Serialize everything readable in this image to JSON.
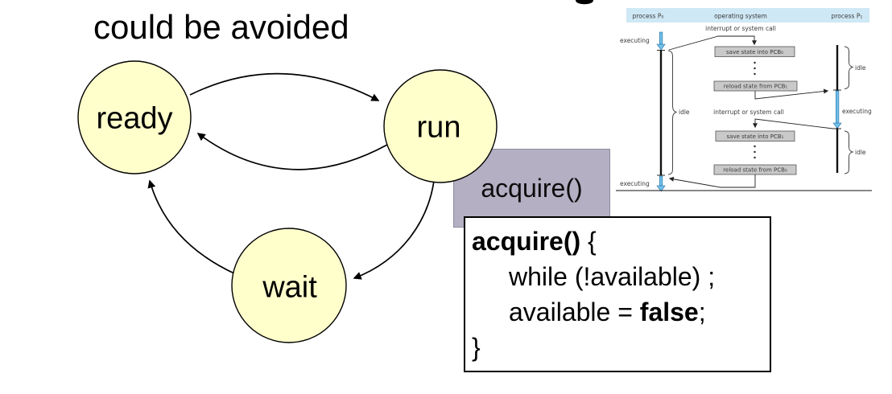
{
  "title": "could be avoided",
  "states": {
    "ready": "ready",
    "run": "run",
    "wait": "wait"
  },
  "tab": {
    "label": "acquire()"
  },
  "code_box": {
    "line1_bold": "acquire()",
    "line1_rest": " {",
    "line2": "while (!available) ;",
    "line3_pre": "available = ",
    "line3_bold": "false",
    "line3_post": ";",
    "line4": "}"
  },
  "figure": {
    "col_headers": [
      "process P₀",
      "operating system",
      "process P₁"
    ],
    "labels": {
      "interrupt_top": "interrupt or system call",
      "interrupt_mid": "interrupt or system call",
      "executing_p0_start": "executing",
      "executing_p0_end": "executing",
      "executing_p1": "executing",
      "idle_p0": "idle",
      "idle_p1_top": "idle",
      "idle_p1_bottom": "idle"
    },
    "os_boxes": [
      "save state into PCB₀",
      "reload state from PCB₁",
      "save state into PCB₁",
      "reload state from PCB₀"
    ]
  },
  "colors": {
    "state_fill": "#ffffcc",
    "state_stroke": "#000000",
    "tab_fill": "#b4afc3",
    "figure_header_fill": "#cfe8f5",
    "figure_box_fill": "#c9c9c9",
    "blue_arrow": "#72bfe8"
  }
}
